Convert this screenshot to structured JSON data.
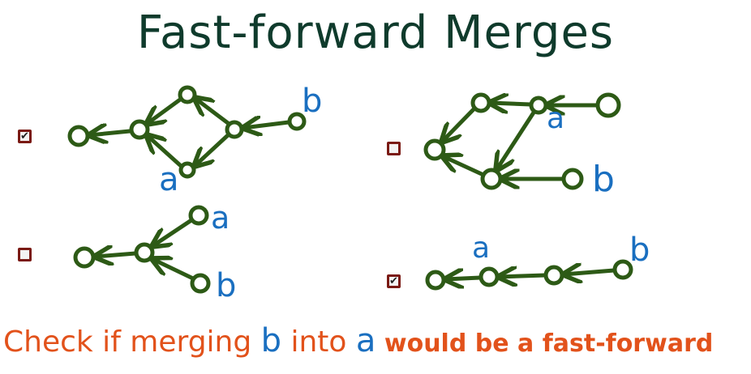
{
  "title": "Fast-forward Merges",
  "options": [
    {
      "id": "opt1",
      "checked": true,
      "label_a": "a",
      "label_b": "b"
    },
    {
      "id": "opt2",
      "checked": false,
      "label_a": "a",
      "label_b": "b"
    },
    {
      "id": "opt3",
      "checked": false,
      "label_a": "a",
      "label_b": "b"
    },
    {
      "id": "opt4",
      "checked": true,
      "label_a": "a",
      "label_b": "b"
    }
  ],
  "prompt": {
    "part1": "Check if merging ",
    "b": "b",
    "part2": " into ",
    "a": "a",
    "part3": " would be a fast-forward"
  },
  "colors": {
    "title": "#0f3b2c",
    "graph": "#2d5a16",
    "label": "#1a6fc0",
    "prompt": "#e2521b",
    "checkbox_border": "#7a1a14"
  }
}
